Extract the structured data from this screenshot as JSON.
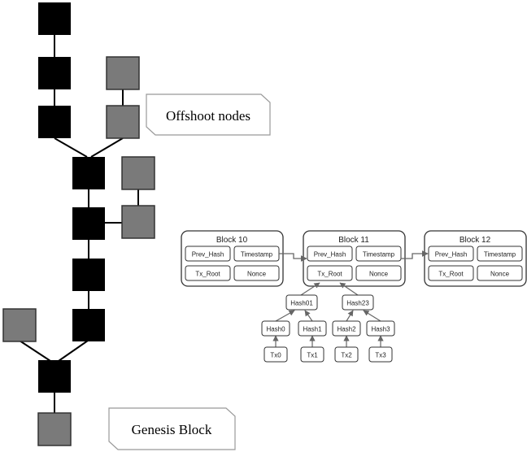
{
  "callouts": {
    "offshoot": "Offshoot nodes",
    "genesis": "Genesis Block"
  },
  "blocks": [
    {
      "title": "Block 10",
      "fields": [
        "Prev_Hash",
        "Timestamp",
        "Tx_Root",
        "Nonce"
      ]
    },
    {
      "title": "Block 11",
      "fields": [
        "Prev_Hash",
        "Timestamp",
        "Tx_Root",
        "Nonce"
      ]
    },
    {
      "title": "Block 12",
      "fields": [
        "Prev_Hash",
        "Timestamp",
        "Tx_Root",
        "Nonce"
      ]
    }
  ],
  "merkle": {
    "level2": [
      "Hash01",
      "Hash23"
    ],
    "level1": [
      "Hash0",
      "Hash1",
      "Hash2",
      "Hash3"
    ],
    "leaves": [
      "Tx0",
      "Tx1",
      "Tx2",
      "Tx3"
    ]
  },
  "colors": {
    "main_chain": "#000000",
    "offshoot": "#7a7a7a",
    "stroke": "#333333"
  }
}
